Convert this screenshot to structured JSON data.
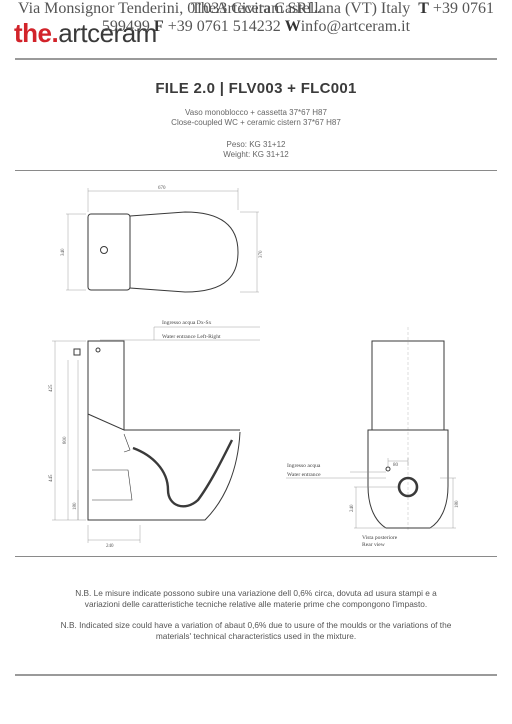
{
  "header": {
    "logo_the": "the.",
    "logo_brand": "artceram"
  },
  "product": {
    "title": "FILE 2.0 | FLV003 + FLC001",
    "desc_it": "Vaso monoblocco + cassetta  37*67  H87",
    "desc_en": "Close-coupled WC + ceramic cistern  37*67  H87",
    "weight_it": "Peso: KG 31+12",
    "weight_en": "Weight: KG 31+12"
  },
  "drawing": {
    "top_view": {
      "width": "670",
      "left_height": "340",
      "right_height": "370"
    },
    "side_view": {
      "label_it": "Ingresso acqua Dx-Sx",
      "label_en": "Water entrance  Left-Right",
      "dim_425": "425",
      "dim_800": "800",
      "dim_445": "445",
      "dim_180": "180",
      "dim_240": "240"
    },
    "rear_view": {
      "label_it": "Ingresso acqua",
      "label_en": "Water entrance",
      "dim_80": "80",
      "dim_240": "240",
      "dim_180": "180",
      "caption_it": "Vista posteriore",
      "caption_en": "Rear view"
    }
  },
  "notes": {
    "it": "N.B. Le misure indicate possono subire una variazione dell 0,6% circa, dovuta ad usura stampi e a variazioni delle caratteristiche tecniche relative alle materie prime che compongono l'impasto.",
    "en": "N.B. Indicated size could have a variation of abaut 0,6% due to usure of the moulds or the variations of the materials' technical characteristics used in the mixture."
  },
  "footer": {
    "company": "TheArteceram SRL.",
    "address": "Via Monsignor Tenderini, 01033 Civita Castellana (VT) Italy",
    "tel_label": "T",
    "tel": "+39 0761 599499",
    "fax_label": "F",
    "fax": "+39 0761 514232",
    "web_label": "W",
    "email": "info@artceram.it"
  }
}
